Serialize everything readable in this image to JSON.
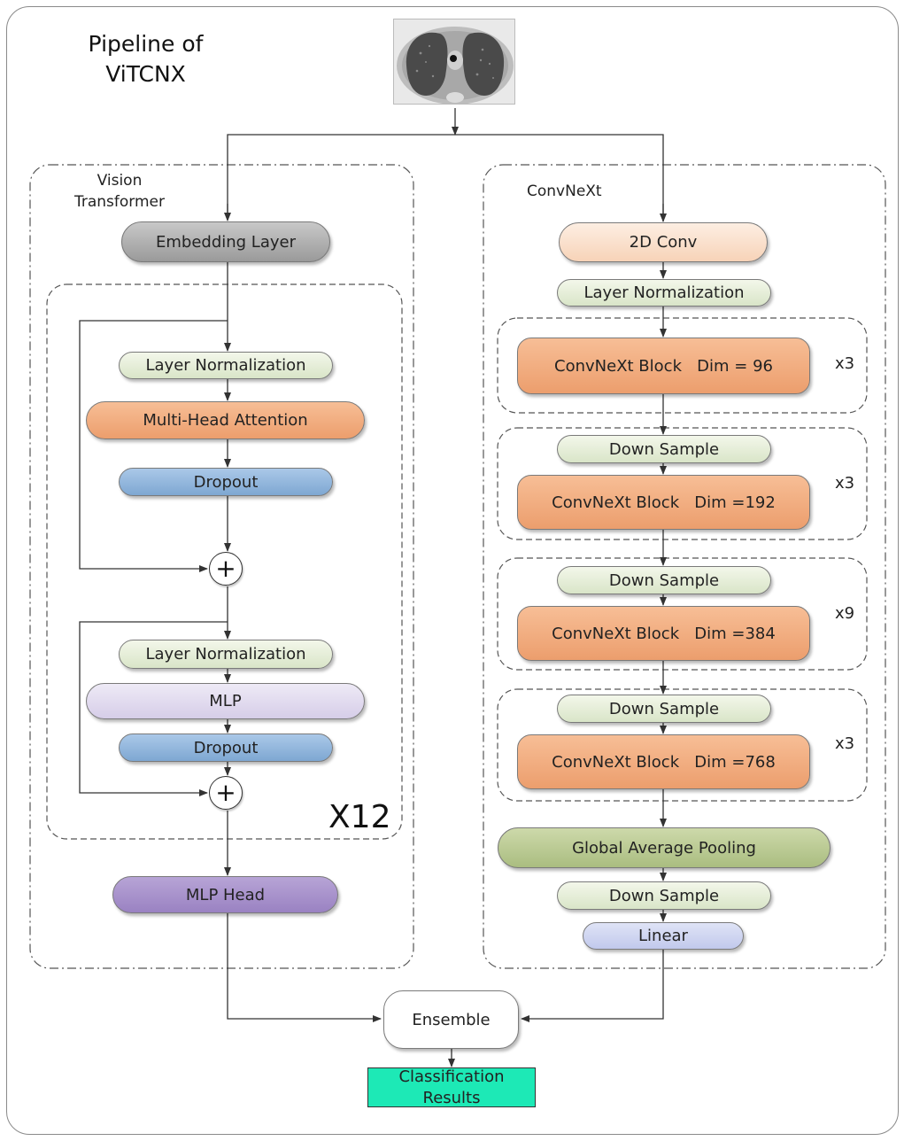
{
  "title": [
    "Pipeline of",
    "ViTCNX"
  ],
  "vit": {
    "label": [
      "Vision",
      "Transformer"
    ],
    "embedding": "Embedding Layer",
    "norm1": "Layer Normalization",
    "attention": "Multi-Head Attention",
    "dropout1": "Dropout",
    "norm2": "Layer Normalization",
    "mlp": "MLP",
    "dropout2": "Dropout",
    "repeat": "X12",
    "head": "MLP Head"
  },
  "convnext": {
    "label": "ConvNeXt",
    "conv": "2D Conv",
    "norm": "Layer Normalization",
    "block1": "ConvNeXt Block   Dim = 96",
    "repeat1": "x3",
    "down1": "Down Sample",
    "block2": "ConvNeXt Block   Dim =192",
    "repeat2": "x3",
    "down2": "Down Sample",
    "block3": "ConvNeXt Block   Dim =384",
    "repeat3": "x9",
    "down3": "Down Sample",
    "block4": "ConvNeXt Block   Dim =768",
    "repeat4": "x3",
    "gap": "Global Average Pooling",
    "down4": "Down Sample",
    "linear": "Linear"
  },
  "ensemble": "Ensemble",
  "result": [
    "Classification",
    "Results"
  ],
  "colors": {
    "embedding": "#b0b0b0",
    "pale_green": "#e4edd8",
    "orange": "#f0a878",
    "blue": "#90b4dc",
    "lilac": "#e1dbef",
    "purple": "#a892cb",
    "peach": "#fbe0cc",
    "olive": "#bccb94",
    "lavender": "#cfd5f0",
    "teal": "#1de9b6"
  }
}
